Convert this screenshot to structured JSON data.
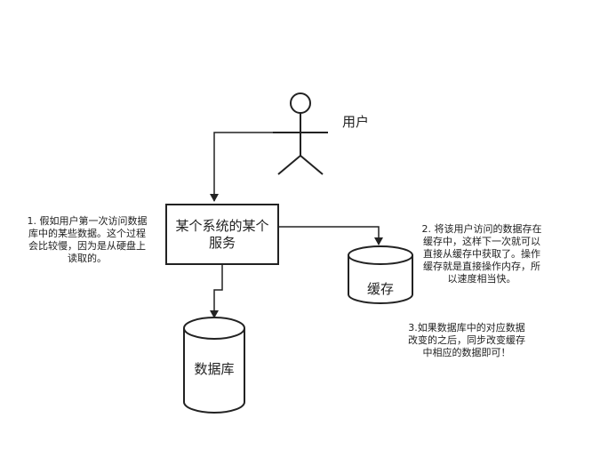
{
  "actor": {
    "label": "用户"
  },
  "service_box": {
    "line1": "某个系统的某个",
    "line2": "服务"
  },
  "database": {
    "label": "数据库"
  },
  "cache": {
    "label": "缓存"
  },
  "notes": {
    "note1": [
      "1. 假如用户第一次访问数据",
      "库中的某些数据。这个过程",
      "会比较慢，因为是从硬盘上",
      "读取的。"
    ],
    "note2": [
      "2. 将该用户访问的数据存在",
      "缓存中，这样下一次就可以",
      "直接从缓存中获取了。操作",
      "缓存就是直接操作内存，所",
      "以速度相当快。"
    ],
    "note3": [
      "3.如果数据库中的对应数据",
      "改变的之后，同步改变缓存",
      "中相应的数据即可！"
    ]
  }
}
